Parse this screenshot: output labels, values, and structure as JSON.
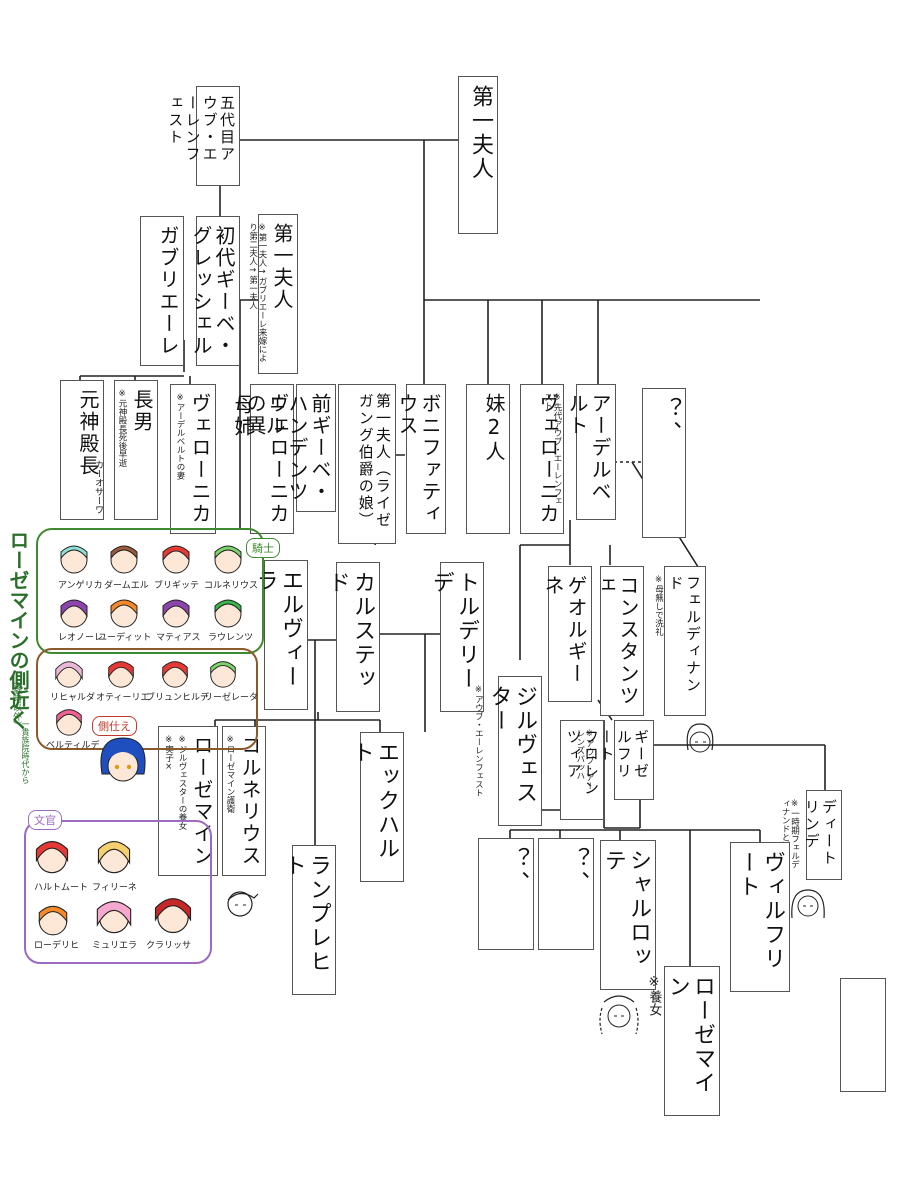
{
  "nodes": {
    "fifth_aub": "五代目アウブ・エーレンフェスト",
    "first_wife_top": "第一夫人",
    "gabriele": "ガブリエーレ",
    "geibe_grechel": "初代ギーベ・グレッシェル",
    "first_wife_mid": "第一夫人",
    "first_wife_mid_note": "※第一夫人→ガブリエーレ来嫁により第二夫人→第一夫人",
    "former_high_priest": "元神殿長",
    "former_high_priest_side": "カーオサーワ",
    "eldest_son": "長男",
    "eldest_son_note": "※元神殿長死後早逝",
    "veronica_left": "ヴェローニカ",
    "veronica_left_note": "※アーデルベルトの妻",
    "elder_sister": "母姉",
    "veronica_half_sibling": "ヴェローニカの異",
    "former_geibe_haldenzel": "前ギーベ・ハンデンツェル",
    "first_wife_leisegang": "第一夫人（ライゼガング伯爵の娘）",
    "bonifatius": "ボニファティウス",
    "two_sisters": "妹2人",
    "veronica_right": "ヴェローニカ",
    "adelbert": "アーデルベルト",
    "adelbert_note": "※先代アウブ・エーレンフェスト",
    "unknown_top": "？、",
    "elvira": "エルヴィーラ",
    "karstedt": "カルステッド",
    "trudeliede": "トルデリーデ",
    "georgine": "ゲオルギーネ",
    "constanze": "コンスタンツェ",
    "ferdinand": "フェルディナンド",
    "ferdinand_note": "※母無しで洗礼",
    "sylvester": "ジルヴェスター",
    "sylvester_note": "※アウブ・エーレンフェスト",
    "florencia": "フロレンツィア",
    "giebe_frenbeltag": "ギーゼルフリート",
    "giebe_note": "※アウブ・アーレンズバッハ",
    "rozemyne_left": "ローゼマイン",
    "rozemyne_left_note_a": "※ジルヴェスターの養女",
    "rozemyne_left_note_b": "※実子×",
    "cornelius": "コルネリウス",
    "cornelius_note": "※ローゼマイン護衛",
    "eckhart": "エックハルト",
    "lamprecht": "ランプレヒト",
    "dietlinde": "ディートリンデ",
    "dietlinde_note": "※一時期フェルディナンドと婚約",
    "unknown_1": "？、",
    "unknown_2": "？、",
    "charlotte": "シャルロッテ",
    "wilfried": "ヴィルフリート",
    "rozemyne_right": "ローゼマイン",
    "rozemyne_right_note": "※養女",
    "empty": ""
  },
  "retainers": {
    "title": "ローゼマインの側近く",
    "subtitle": "（騒時以外）",
    "side_note": "一貴族院時代から",
    "knights_tag": "騎士",
    "attendants_tag": "側仕え",
    "scholars_tag": "文官",
    "knights": [
      "アンゲリカ",
      "ダームエル",
      "ブリギッテ",
      "コルネリウス",
      "レオノーレ",
      "ユーディット",
      "マティアス",
      "ラウレンツ"
    ],
    "attendants": [
      "リヒャルダ",
      "オティーリエ",
      "ブリュンヒルデ",
      "リーゼレータ",
      "ベルティルデ"
    ],
    "scholars": [
      "ハルトムート",
      "フィリーネ",
      "ローデリヒ",
      "ミュリエラ",
      "クラリッサ"
    ]
  },
  "colors": {
    "knights_border": "#3f8a2e",
    "attendants_border": "#8b5a2b",
    "scholars_border": "#9a6bc0",
    "title_color": "#2b6e2b"
  }
}
